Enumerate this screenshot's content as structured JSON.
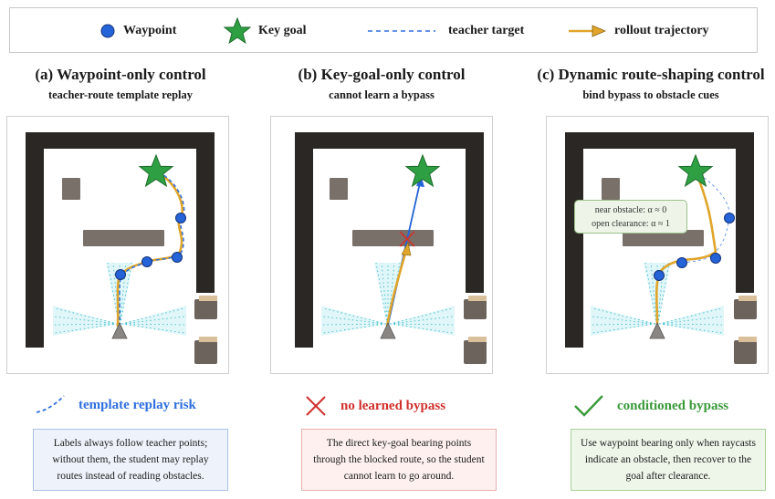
{
  "legend": {
    "waypoint": "Waypoint",
    "key_goal": "Key goal",
    "teacher_target": "teacher target",
    "rollout_trajectory": "rollout trajectory"
  },
  "panels": [
    {
      "title": "(a) Waypoint-only control",
      "subtitle": "teacher-route template replay"
    },
    {
      "title": "(b) Key-goal-only control",
      "subtitle": "cannot learn a bypass"
    },
    {
      "title": "(c) Dynamic route-shaping control",
      "subtitle": "bind bypass to obstacle cues",
      "callout": {
        "line1": "near obstacle: α ≈ 0",
        "line2": "open clearance: α ≈ 1"
      }
    }
  ],
  "notes": [
    {
      "label": "template replay risk",
      "color": "#2f6fde",
      "text": "Labels always follow teacher points; without them, the student may replay routes instead of reading obstacles."
    },
    {
      "label": "no learned bypass",
      "color": "#d0312d",
      "text": "The direct key-goal bearing points through the blocked route, so the student cannot learn to go around."
    },
    {
      "label": "conditioned bypass",
      "color": "#3a9a3a",
      "text": "Use waypoint bearing only when raycasts indicate an obstacle, then recover to the goal after clearance."
    }
  ],
  "colors": {
    "waypoint": "#2563d8",
    "goal": "#2ea043",
    "teacher": "#2f6fde",
    "rollout": "#e0a52a",
    "wall": "#2b2724",
    "obstacle": "#7a706a",
    "ray": "#2bb5c9"
  }
}
